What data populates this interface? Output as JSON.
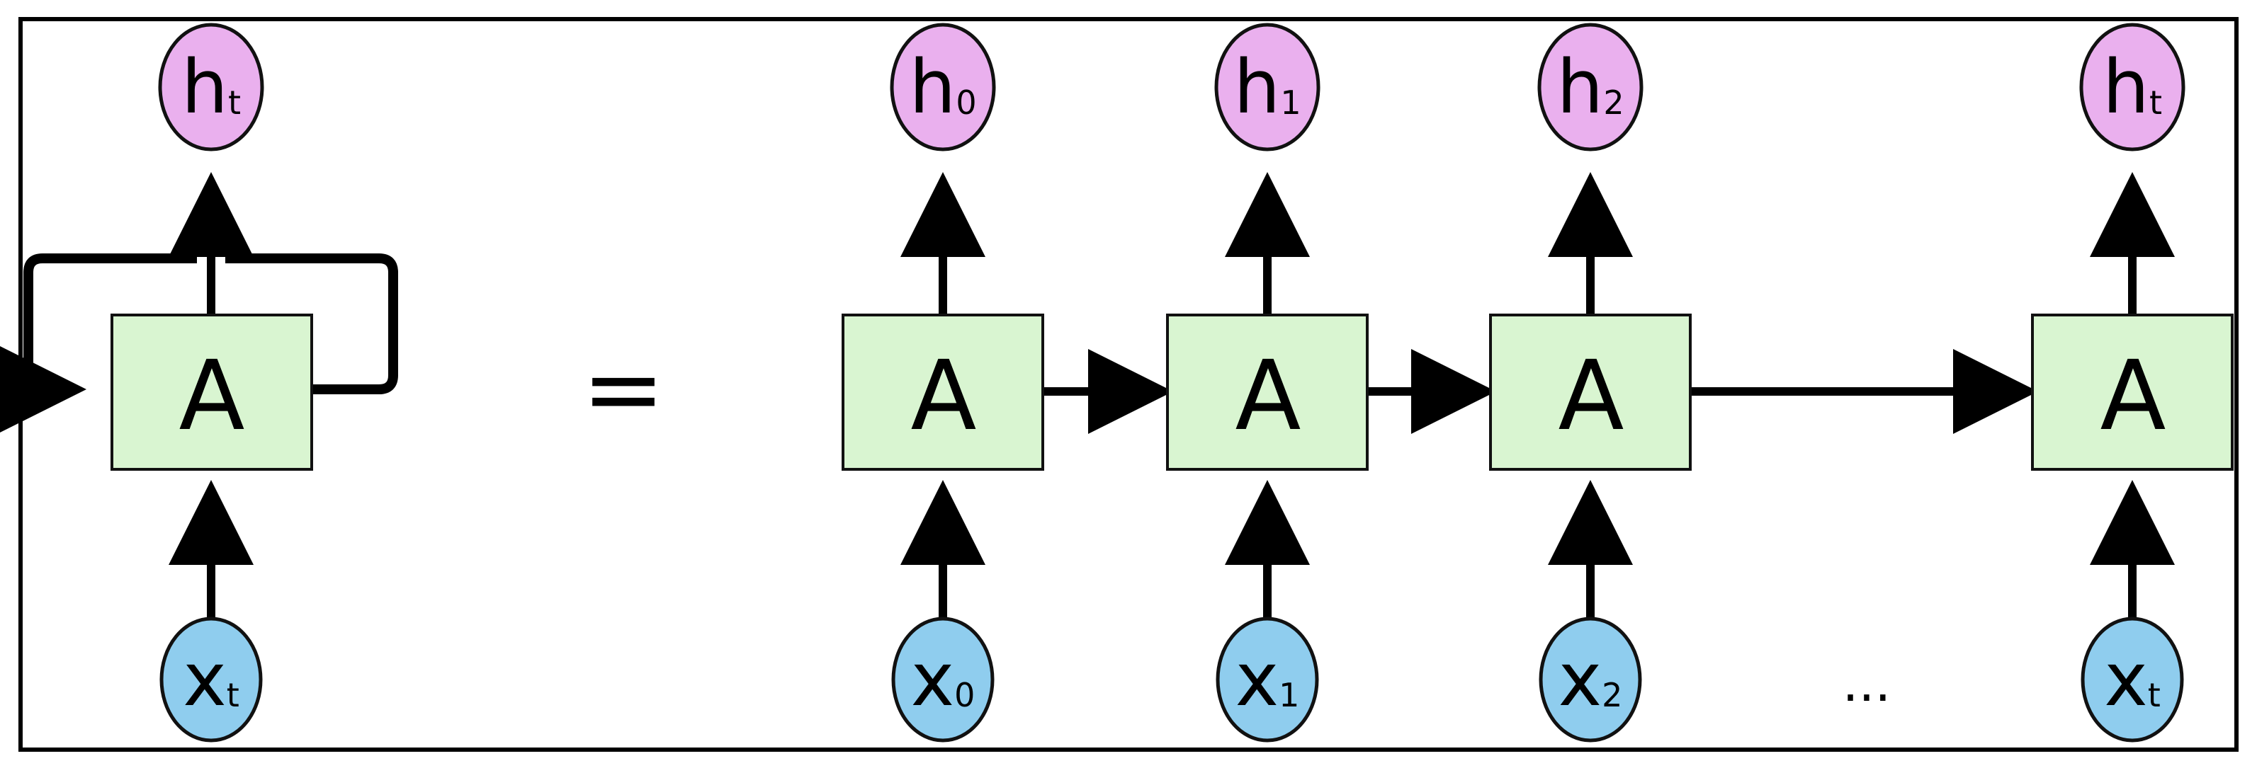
{
  "diagram": {
    "equals_sign": "=",
    "ellipsis": "...",
    "colors": {
      "cell_fill": "#d9f5d1",
      "hidden_fill": "#eab0ee",
      "input_fill": "#8fcdee",
      "stroke": "#111111",
      "frame": "#000000"
    },
    "folded": {
      "cell_label": "A",
      "output": {
        "base": "h",
        "sub": "t"
      },
      "input": {
        "base": "x",
        "sub": "t"
      }
    },
    "unrolled": [
      {
        "cell_label": "A",
        "output": {
          "base": "h",
          "sub": "0"
        },
        "input": {
          "base": "x",
          "sub": "0"
        }
      },
      {
        "cell_label": "A",
        "output": {
          "base": "h",
          "sub": "1"
        },
        "input": {
          "base": "x",
          "sub": "1"
        }
      },
      {
        "cell_label": "A",
        "output": {
          "base": "h",
          "sub": "2"
        },
        "input": {
          "base": "x",
          "sub": "2"
        }
      },
      {
        "cell_label": "A",
        "output": {
          "base": "h",
          "sub": "t"
        },
        "input": {
          "base": "x",
          "sub": "t"
        }
      }
    ],
    "icons": {
      "recurrent_loop": "loop-arrow-icon",
      "arrow": "arrow-icon"
    }
  }
}
